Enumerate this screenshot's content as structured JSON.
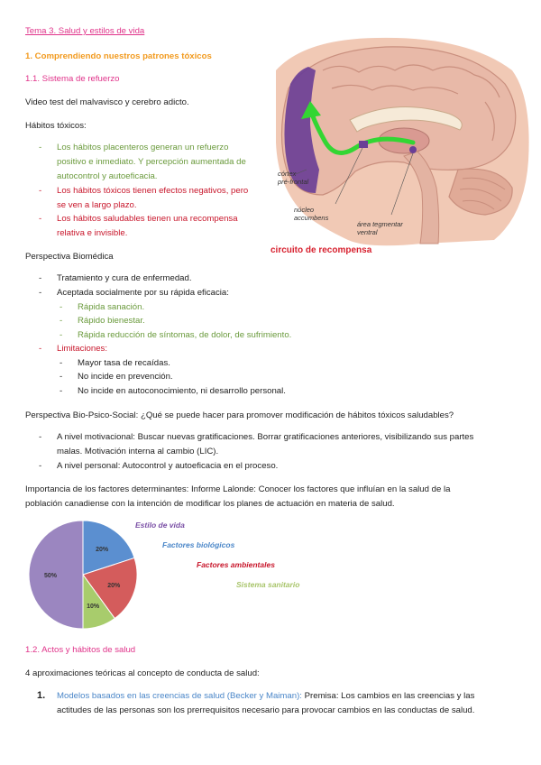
{
  "heading_tema": "Tema 3. Salud y estilos de vida",
  "heading_1": "1. Comprendiendo nuestros patrones tóxicos",
  "heading_1_1": "1.1. Sistema de refuerzo",
  "video_line": "Video test del malvavisco y cerebro adicto.",
  "habitos_label": "Hábitos tóxicos:",
  "habitos_items": [
    {
      "line1": "Los hábitos placenteros generan un refuerzo",
      "line2": "positivo e inmediato. Y percepción aumentada de",
      "line3": "autocontrol y autoeficacia."
    },
    {
      "line1": "Los hábitos tóxicos tienen efectos negativos, pero",
      "line2": "se ven a largo plazo."
    },
    {
      "line1": "Los hábitos saludables tienen una recompensa",
      "line2": "relativa e invisible."
    }
  ],
  "brain": {
    "label_cortex_1": "córtex",
    "label_cortex_2": "pré-frontal",
    "label_nucleo_1": "núcleo",
    "label_nucleo_2": "accumbens",
    "label_area_1": "área tegmentar",
    "label_area_2": "ventral",
    "caption": "circuito de recompensa"
  },
  "biomedica_label": "Perspectiva Biomédica",
  "biomedica_items": [
    "Tratamiento y cura de enfermedad.",
    "Aceptada socialmente por su rápida eficacia:"
  ],
  "eficacia_items": [
    "Rápida sanación.",
    "Rápido bienestar.",
    "Rápida reducción de síntomas, de dolor, de sufrimiento."
  ],
  "limitaciones_label": "Limitaciones:",
  "limitaciones_items": [
    "Mayor tasa de recaídas.",
    "No incide en prevención.",
    "No incide en autoconocimiento, ni desarrollo personal."
  ],
  "biopsico_line": "Perspectiva Bio-Psico-Social: ¿Qué se puede hacer para promover modificación de hábitos tóxicos saludables?",
  "biopsico_items": [
    {
      "line1": "A nivel motivacional: Buscar nuevas gratificaciones. Borrar gratificaciones anteriores, visibilizando sus partes",
      "line2": "malas. Motivación interna al cambio (LIC)."
    },
    {
      "line1": "A nivel personal: Autocontrol y autoeficacia en el proceso."
    }
  ],
  "lalonde_line1": "Importancia de los factores determinantes: Informe Lalonde: Conocer los factores que influían en la salud de la",
  "lalonde_line2": "población canadiense con la intención de modificar los planes de actuación en materia de salud.",
  "chart_data": {
    "type": "pie",
    "categories": [
      "Estilo de vida",
      "Factores biológicos",
      "Factores ambientales",
      "Sistema sanitario"
    ],
    "values": [
      50,
      20,
      20,
      10
    ],
    "data_labels": [
      "50%",
      "20%",
      "20%",
      "10%"
    ],
    "colors": [
      "#9b86c0",
      "#5b8fd0",
      "#d45c5c",
      "#a8cc6c"
    ],
    "legend_colors": [
      "#7a4fa5",
      "#4a86c8",
      "#c8162b",
      "#a8c46a"
    ],
    "legend": "right"
  },
  "heading_1_2": "1.2. Actos y hábitos de salud",
  "aprox_line": "4 aproximaciones teóricas al concepto de conducta de salud:",
  "modelo_1": {
    "number": "1.",
    "title": "Modelos basados en las creencias de salud (Becker y Maiman):",
    "rest": " Premisa: Los cambios en las creencias y las",
    "line2": "actitudes de las personas son los prerrequisitos necesario para provocar cambios en las conductas de salud."
  }
}
